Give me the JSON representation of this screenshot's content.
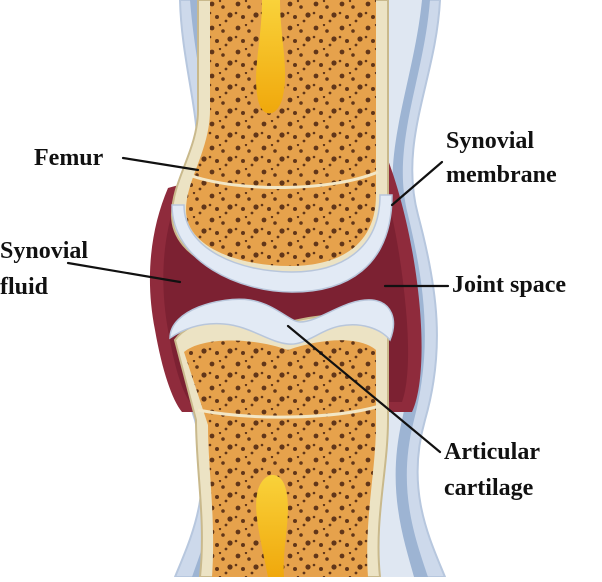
{
  "labels": {
    "femur": "Femur",
    "synovial_membrane_line1": "Synovial",
    "synovial_membrane_line2": "membrane",
    "synovial_fluid_line1": "Synovial",
    "synovial_fluid_line2": "fluid",
    "joint_space": "Joint space",
    "articular_cartilage_line1": "Articular",
    "articular_cartilage_line2": "cartilage"
  },
  "colors": {
    "capsule": "#cdd9eb",
    "membrane": "#9db4d3",
    "synovial_fluid": "#8f2b3c",
    "bone_shell": "#ece3c4",
    "bone_marrow": "#e6a24c",
    "cartilage": "#e2eaf5",
    "marrow_cavity": "#f7bf14",
    "pores": "#4a2310"
  }
}
